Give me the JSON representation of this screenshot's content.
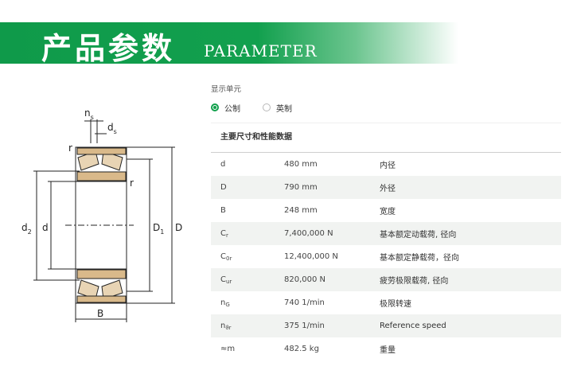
{
  "banner": {
    "title": "产品参数",
    "subtitle": "PARAMETER"
  },
  "diagram_labels": {
    "ns": "n",
    "ns_sub": "s",
    "ds": "d",
    "ds_sub": "s",
    "r_top": "r",
    "r_right": "r",
    "d2": "d",
    "d2_sub": "2",
    "d": "d",
    "D1": "D",
    "D1_sub": "1",
    "D": "D",
    "B": "B"
  },
  "units": {
    "label": "显示单元",
    "options": [
      {
        "label": "公制",
        "selected": true
      },
      {
        "label": "英制",
        "selected": false
      }
    ]
  },
  "section_title": "主要尺寸和性能数据",
  "rows": [
    {
      "sym": "d",
      "sub": "",
      "value": "480 mm",
      "desc": "内径"
    },
    {
      "sym": "D",
      "sub": "",
      "value": "790 mm",
      "desc": "外径"
    },
    {
      "sym": "B",
      "sub": "",
      "value": "248 mm",
      "desc": "宽度"
    },
    {
      "sym": "C",
      "sub": "r",
      "value": "7,400,000 N",
      "desc": "基本额定动载荷, 径向"
    },
    {
      "sym": "C",
      "sub": "0r",
      "value": "12,400,000 N",
      "desc": "基本额定静载荷，径向"
    },
    {
      "sym": "C",
      "sub": "ur",
      "value": "820,000 N",
      "desc": "疲劳极限载荷, 径向"
    },
    {
      "sym": "n",
      "sub": "G",
      "value": "740 1/min",
      "desc": "极限转速"
    },
    {
      "sym": "n",
      "sub": "ϑr",
      "value": "375 1/min",
      "desc": "Reference speed"
    },
    {
      "sym": "≈m",
      "sub": "",
      "value": "482.5 kg",
      "desc": "重量"
    }
  ],
  "colors": {
    "brand_green": "#11a04c"
  }
}
